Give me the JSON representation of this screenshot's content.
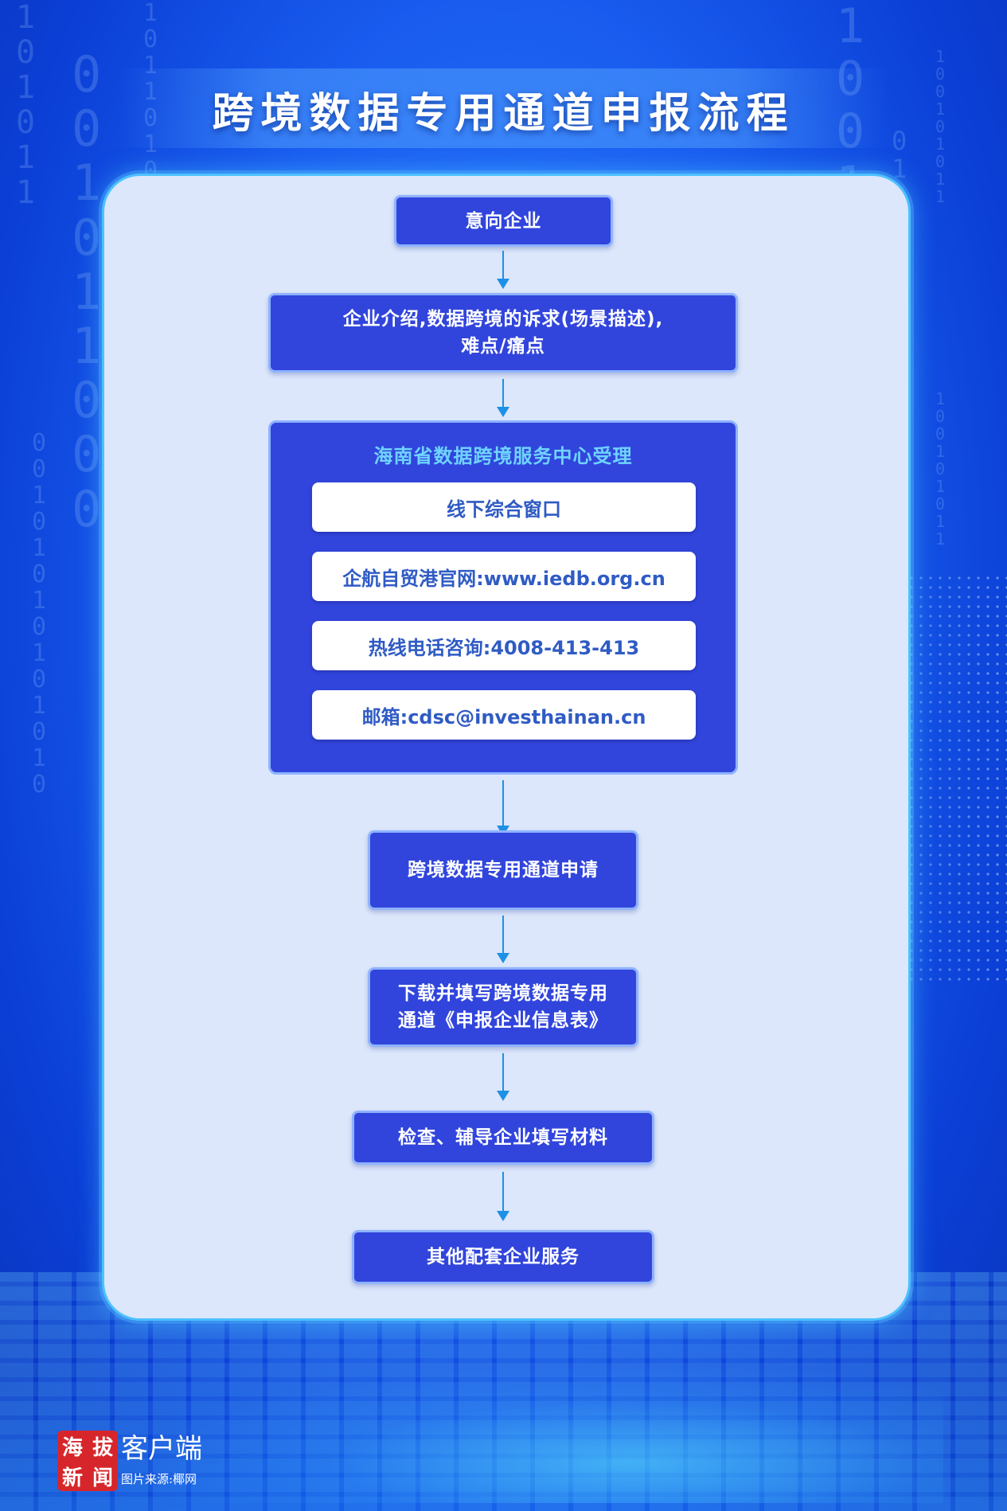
{
  "title": "跨境数据专用通道申报流程",
  "steps": {
    "s1": "意向企业",
    "s2_line1": "企业介绍,数据跨境的诉求(场景描述),",
    "s2_line2": "难点/痛点",
    "s4": "跨境数据专用通道申请",
    "s5_line1": "下载并填写跨境数据专用",
    "s5_line2": "通道《申报企业信息表》",
    "s6": "检查、辅导企业填写材料",
    "s7": "其他配套企业服务"
  },
  "service_center": {
    "title": "海南省数据跨境服务中心受理",
    "channels": [
      "线下综合窗口",
      "企航自贸港官网:www.iedb.org.cn",
      "热线电话咨询:4008-413-413",
      "邮箱:cdsc@investhainan.cn"
    ]
  },
  "footer": {
    "logo_chars": [
      "海",
      "拔",
      "新",
      "闻"
    ],
    "client": "客户端",
    "credit": "图片来源:椰网"
  },
  "colors": {
    "background": "#1a5ef0",
    "panel": "#dce7fb",
    "box": "#3145dc",
    "arrow": "#1e90e6",
    "center_title": "#6fd3ff",
    "channel_text": "#2f5bc4",
    "logo": "#d7262b"
  }
}
